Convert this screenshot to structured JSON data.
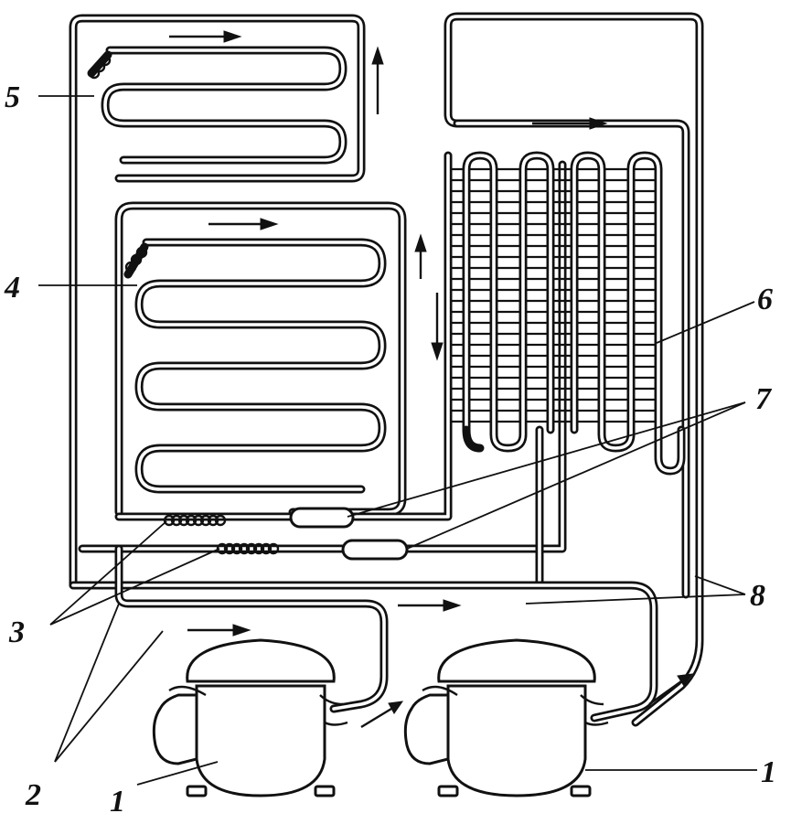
{
  "labels": {
    "l1a": "1",
    "l1b": "1",
    "l2": "2",
    "l3": "3",
    "l4": "4",
    "l5": "5",
    "l6": "6",
    "l7": "7",
    "l8": "8"
  }
}
